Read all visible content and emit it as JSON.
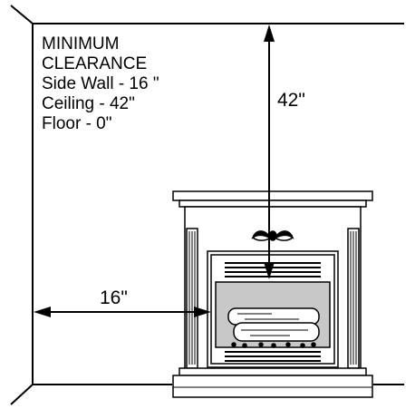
{
  "notes": {
    "line1": "MINIMUM",
    "line2": "CLEARANCE",
    "line3": "Side Wall - 16 \"",
    "line4": "Ceiling - 42\"",
    "line5": "Floor - 0\""
  },
  "dimensions": {
    "ceiling": "42\"",
    "side_wall": "16\""
  },
  "colors": {
    "line": "#000000",
    "firebox": "#c8c8c8",
    "background": "#ffffff"
  }
}
